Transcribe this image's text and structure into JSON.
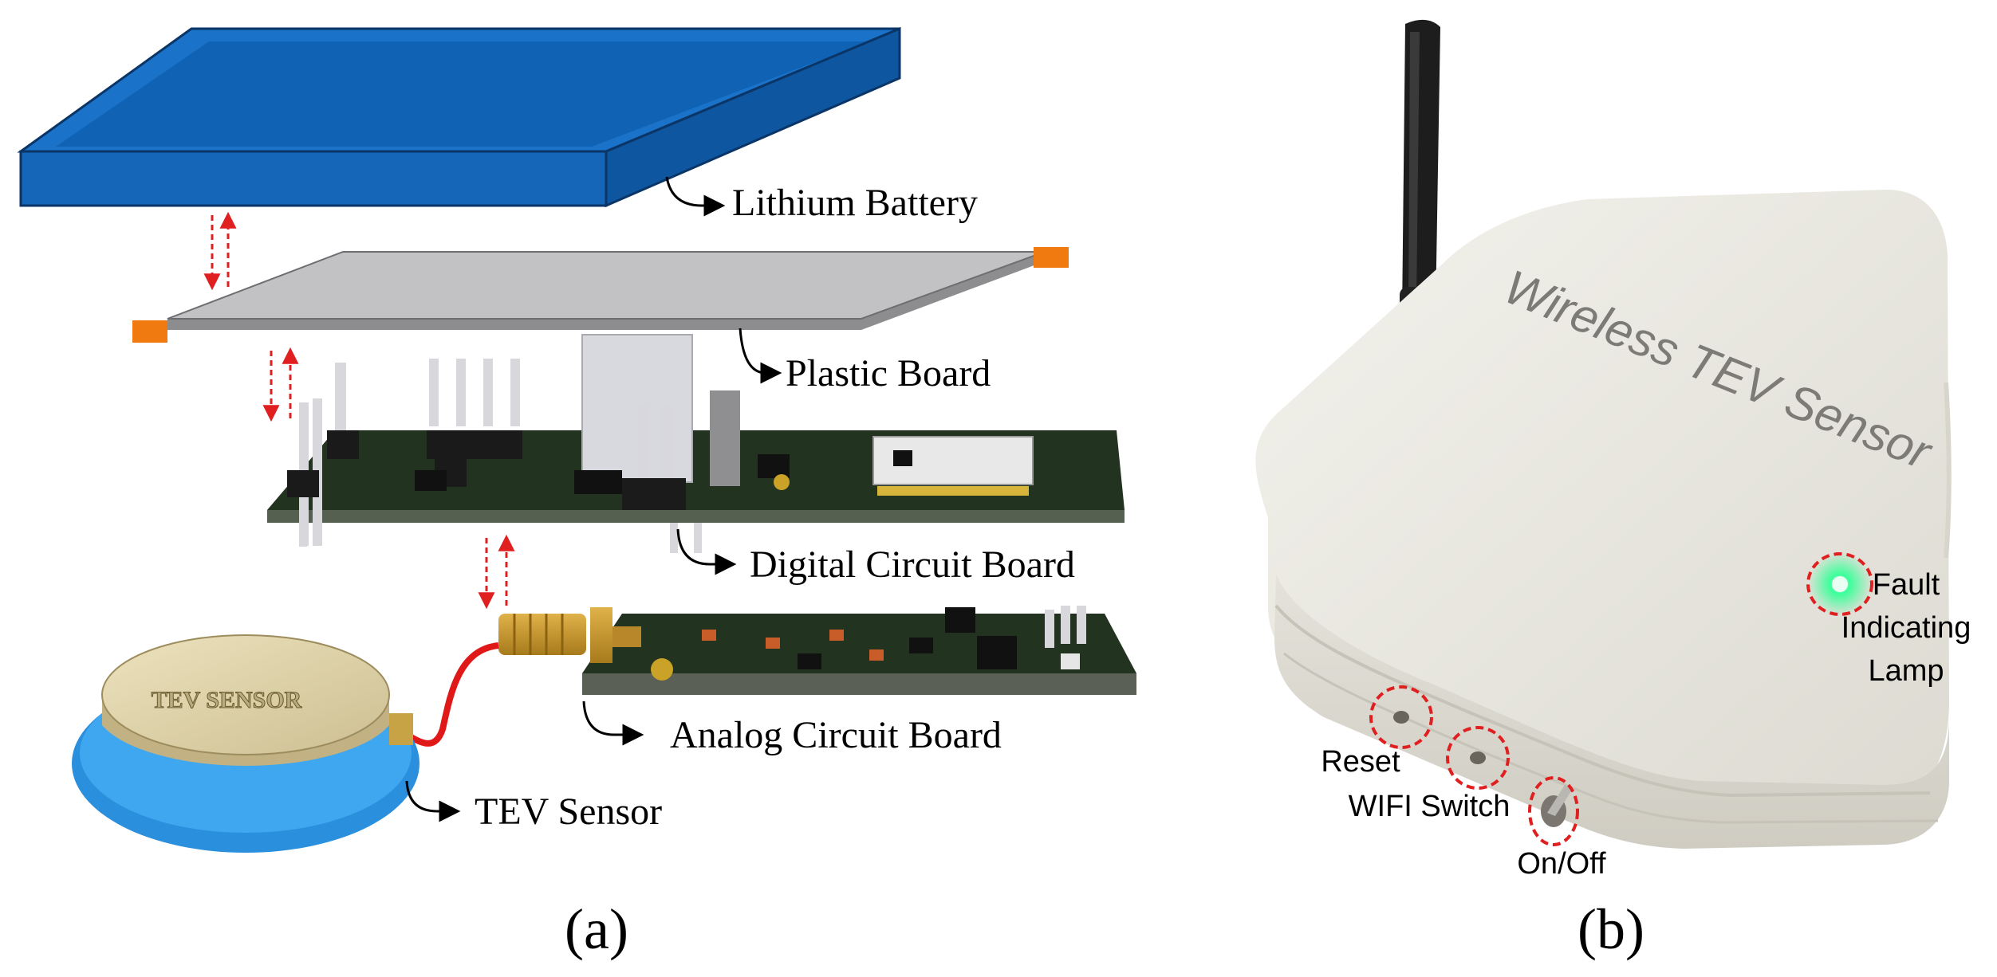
{
  "panel_a": {
    "caption": "(a)",
    "labels": {
      "battery": "Lithium Battery",
      "plastic_board": "Plastic Board",
      "digital_board": "Digital Circuit Board",
      "analog_board": "Analog Circuit Board",
      "tev_sensor": "TEV Sensor"
    },
    "sensor_engraving": "TEV SENSOR"
  },
  "panel_b": {
    "caption": "(b)",
    "device_text": "Wireless TEV Sensor",
    "callouts": {
      "fault_1": "Fault",
      "fault_2": "Indicating",
      "fault_3": "Lamp",
      "reset": "Reset",
      "wifi": "WIFI Switch",
      "onoff": "On/Off"
    }
  },
  "colors": {
    "battery_blue": "#1565b8",
    "plastic_grey": "#c2c2c4",
    "pcb_green": "#22331f",
    "arrow_red": "#e02020",
    "case_white": "#e9e7df",
    "led_green": "#3cff9a"
  }
}
